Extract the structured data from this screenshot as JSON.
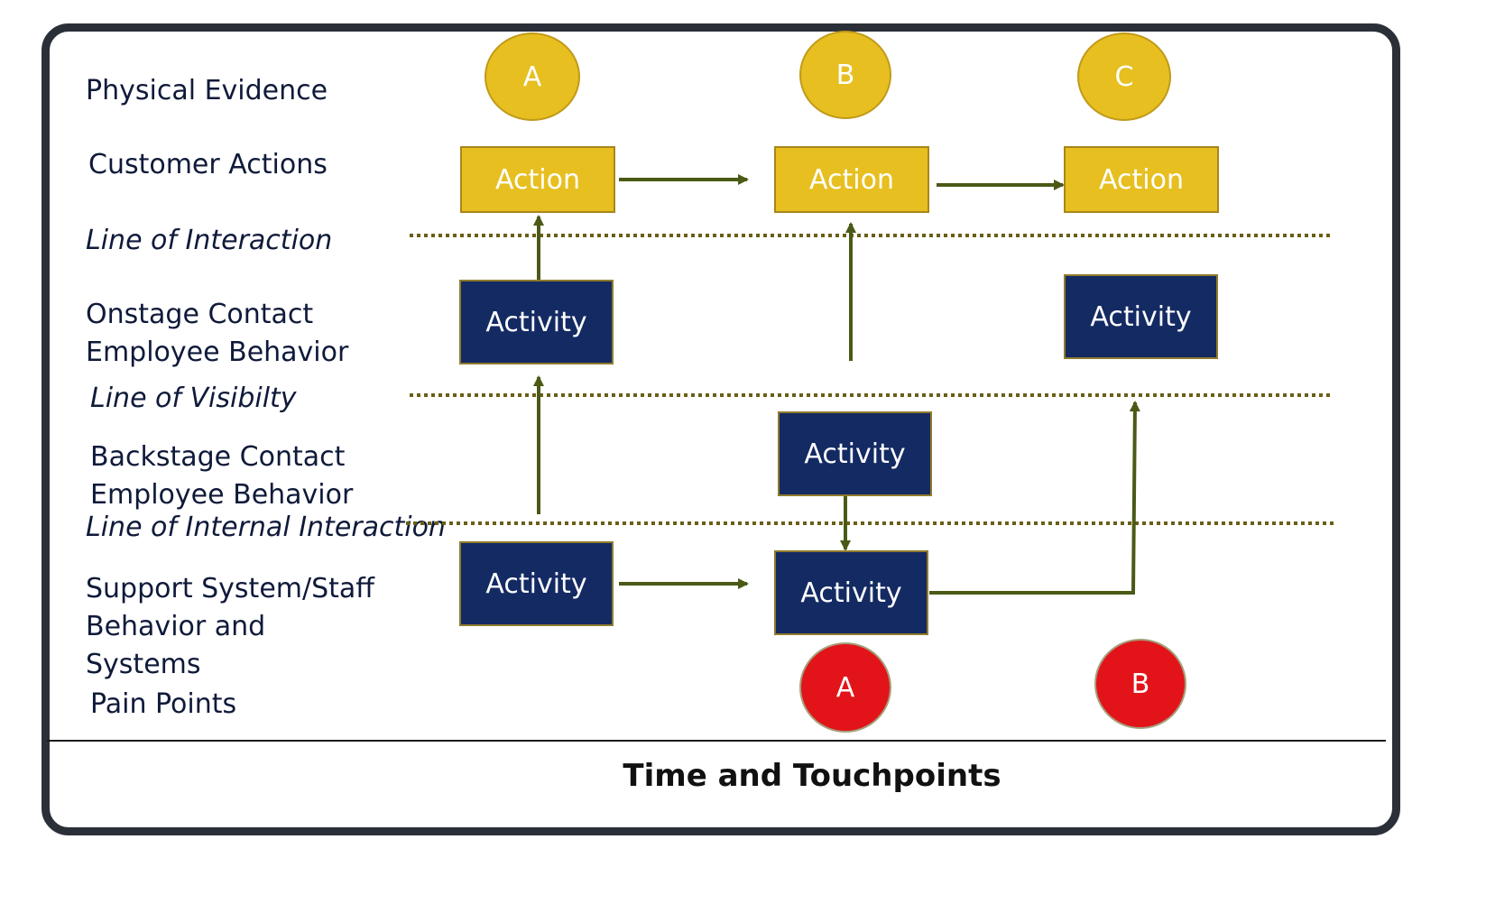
{
  "lanes": {
    "physical_evidence": "Physical Evidence",
    "customer_actions": "Customer Actions",
    "line_of_interaction": "Line of Interaction",
    "onstage_line1": "Onstage Contact",
    "onstage_line2": "Employee Behavior",
    "line_of_visibility": "Line of Visibilty",
    "backstage_line1": "Backstage Contact",
    "backstage_line2": "Employee Behavior",
    "line_of_internal_interaction": "Line of Internal Interaction",
    "support_line1": "Support System/Staff",
    "support_line2": "Behavior and",
    "support_line3": "Systems",
    "pain_points": "Pain Points"
  },
  "evidence": [
    "A",
    "B",
    "C"
  ],
  "actions": [
    "Action",
    "Action",
    "Action"
  ],
  "onstage": [
    "Activity",
    "Activity"
  ],
  "backstage": [
    "Activity"
  ],
  "support": [
    "Activity",
    "Activity"
  ],
  "pain_points": [
    "A",
    "B"
  ],
  "axis_title": "Time and Touchpoints",
  "colors": {
    "action": "#e7bf20",
    "activity": "#142a63",
    "pain": "#e2141a",
    "arrow": "#4a5a16",
    "divider": "#6b5e16"
  }
}
